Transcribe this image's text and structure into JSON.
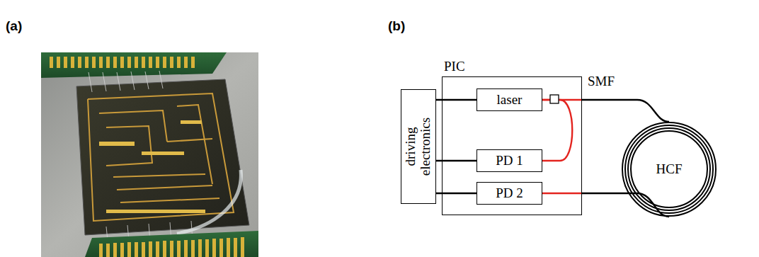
{
  "diagram": {
    "nodes": [
      {
        "text": [
          "driving electronics"
        ]
      },
      {
        "text": [
          "PIC"
        ]
      },
      {
        "text": [
          "laser"
        ],
        "in": 1
      },
      {
        "text": [
          "PD 1"
        ],
        "in": 1
      },
      {
        "text": [
          "PD 2"
        ],
        "in": 1
      },
      {
        "text": [
          "HCF"
        ]
      }
    ],
    "edges": [
      {
        "from": 0,
        "to": 2,
        "arrow": "none"
      },
      {
        "from": 0,
        "to": 3,
        "arrow": "none"
      },
      {
        "from": 0,
        "to": 4,
        "arrow": "none"
      },
      {
        "from": 2,
        "to": 5,
        "label": "SMF",
        "arrow": "none"
      },
      {
        "from": 2,
        "to": 3,
        "arrow": "none"
      },
      {
        "from": 5,
        "to": 4,
        "arrow": "none"
      }
    ],
    "labels": [
      "(a)",
      "(b)"
    ]
  }
}
